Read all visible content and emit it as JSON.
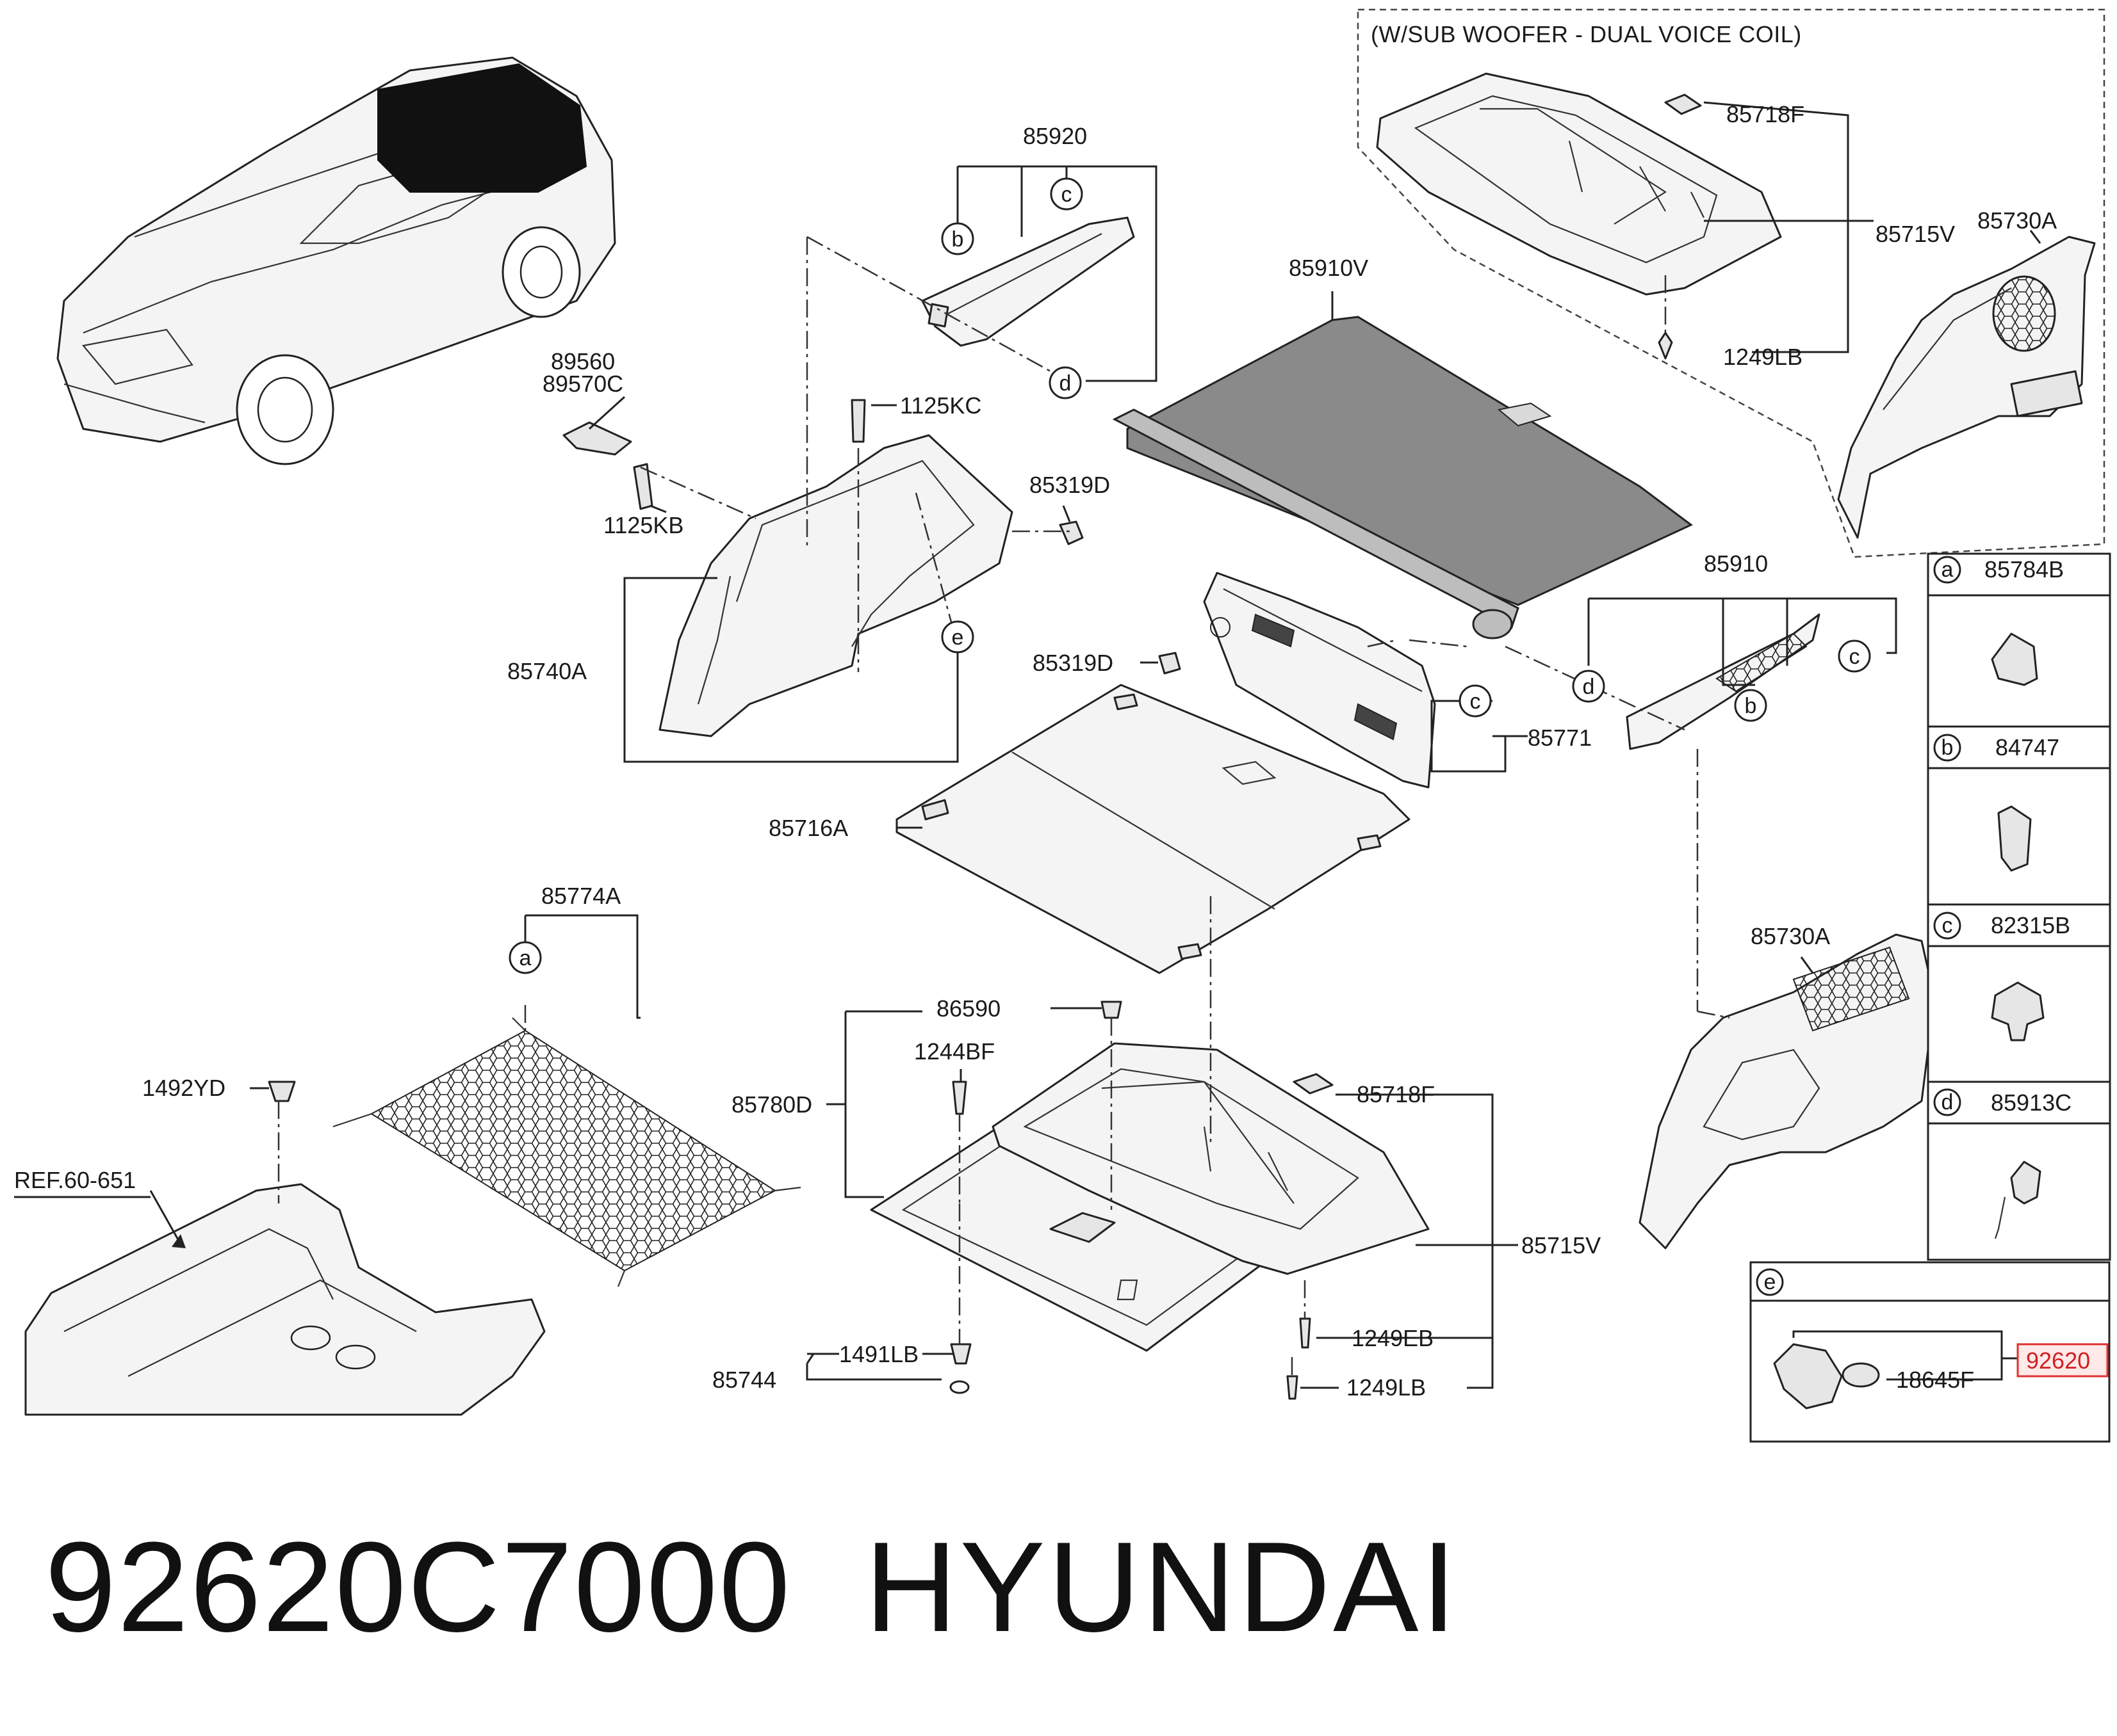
{
  "diagram": {
    "sub_woofer_title": "(W/SUB WOOFER - DUAL VOICE COIL)",
    "ref_label": "REF.60-651",
    "part_labels": {
      "p85718F_top": "85718F",
      "p85715V_top": "85715V",
      "p1249LB_top": "1249LB",
      "p85730A_top": "85730A",
      "p85920": "85920",
      "p85910V": "85910V",
      "p89560": "89560",
      "p89570C": "89570C",
      "p1125KC": "1125KC",
      "p1125KB": "1125KB",
      "p85319D_a": "85319D",
      "p85740A": "85740A",
      "p85319D_b": "85319D",
      "p85910": "85910",
      "p85771": "85771",
      "p85716A": "85716A",
      "p85774A": "85774A",
      "p1492YD": "1492YD",
      "p86590": "86590",
      "p1244BF": "1244BF",
      "p85780D": "85780D",
      "p85718F_bot": "85718F",
      "p85715V_bot": "85715V",
      "p1249EB": "1249EB",
      "p1249LB_bot": "1249LB",
      "p85744": "85744",
      "p1491LB": "1491LB",
      "p85730A_mid": "85730A",
      "p18645F": "18645F",
      "p92620": "92620"
    },
    "callout_letters": {
      "a": "a",
      "b": "b",
      "c": "c",
      "d": "d",
      "e": "e"
    },
    "legend": [
      {
        "letter": "a",
        "part": "85784B"
      },
      {
        "letter": "b",
        "part": "84747"
      },
      {
        "letter": "c",
        "part": "82315B"
      },
      {
        "letter": "d",
        "part": "85913C"
      }
    ],
    "highlight_color": "#e03030"
  },
  "footer": {
    "part_number": "92620C7000",
    "brand": "HYUNDAI"
  }
}
